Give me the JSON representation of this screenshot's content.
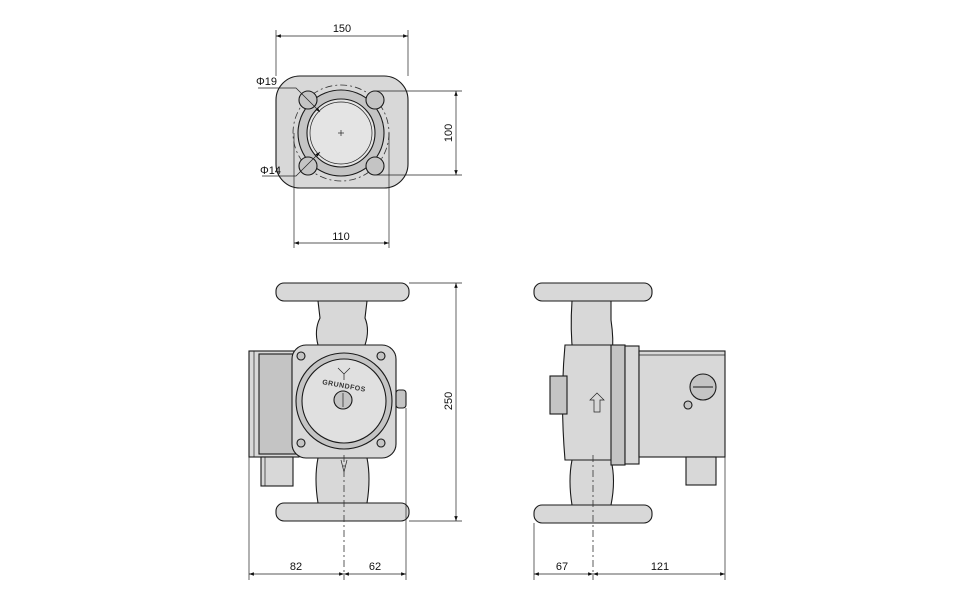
{
  "dimensions": {
    "flange_width": "150",
    "bolt_circle_vertical": "100",
    "bolt_circle_horizontal": "110",
    "bore_diameter": "Φ19",
    "bolt_hole_diameter": "Φ14",
    "port_to_port_length": "250",
    "motor_depth_left": "82",
    "pump_half_right": "62",
    "side_front_offset": "67",
    "side_motor_depth": "121"
  },
  "brand": "GRUNDFOS"
}
